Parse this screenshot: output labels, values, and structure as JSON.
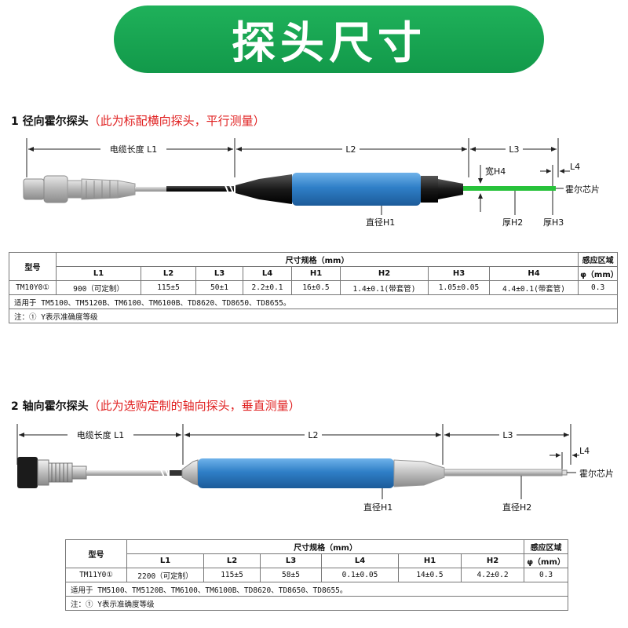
{
  "banner": {
    "title": "探头尺寸"
  },
  "section1": {
    "number": "1",
    "title": "径向霍尔探头",
    "note": "（此为标配横向探头，平行测量）",
    "labels": {
      "l1": "电缆长度 L1",
      "l2": "L2",
      "l3": "L3",
      "l4": "L4",
      "h4": "宽H4",
      "h1": "直径H1",
      "h2": "厚H2",
      "h3": "厚H3",
      "chip": "霍尔芯片"
    },
    "table": {
      "model_header": "型号",
      "dims_header": "尺寸规格（mm）",
      "sense_header": "感应区域",
      "sense_unit": "φ（mm）",
      "columns": [
        "L1",
        "L2",
        "L3",
        "L4",
        "H1",
        "H2",
        "H3",
        "H4"
      ],
      "model": "TM10Y0①",
      "values": [
        "900（可定制）",
        "115±5",
        "50±1",
        "2.2±0.1",
        "16±0.5",
        "1.4±0.1(带套管)",
        "1.05±0.05",
        "4.4±0.1(带套管)"
      ],
      "sense_value": "0.3",
      "applicable": "适用于 TM5100、TM5120B、TM6100、TM6100B、TD8620、TD8650、TD8655。",
      "note": "注：① Y表示准确度等级"
    }
  },
  "section2": {
    "number": "2",
    "title": "轴向霍尔探头",
    "note": "（此为选购定制的轴向探头，垂直测量）",
    "labels": {
      "l1": "电缆长度 L1",
      "l2": "L2",
      "l3": "L3",
      "l4": "L4",
      "h1": "直径H1",
      "h2": "直径H2",
      "chip": "霍尔芯片"
    },
    "table": {
      "model_header": "型号",
      "dims_header": "尺寸规格（mm）",
      "sense_header": "感应区域",
      "sense_unit": "φ（mm）",
      "columns": [
        "L1",
        "L2",
        "L3",
        "L4",
        "H1",
        "H2"
      ],
      "model": "TM11Y0①",
      "values": [
        "2200（可定制）",
        "115±5",
        "58±5",
        "0.1±0.05",
        "14±0.5",
        "4.2±0.2"
      ],
      "sense_value": "0.3",
      "applicable": "适用于 TM5100、TM5120B、TM6100、TM6100B、TD8620、TD8650、TD8655。",
      "note": "注：① Y表示准确度等级"
    }
  },
  "colors": {
    "banner": "#16a34a",
    "probe_blue": "#2f7fc7",
    "green_tip": "#27c23a",
    "note_red": "#e02020"
  }
}
